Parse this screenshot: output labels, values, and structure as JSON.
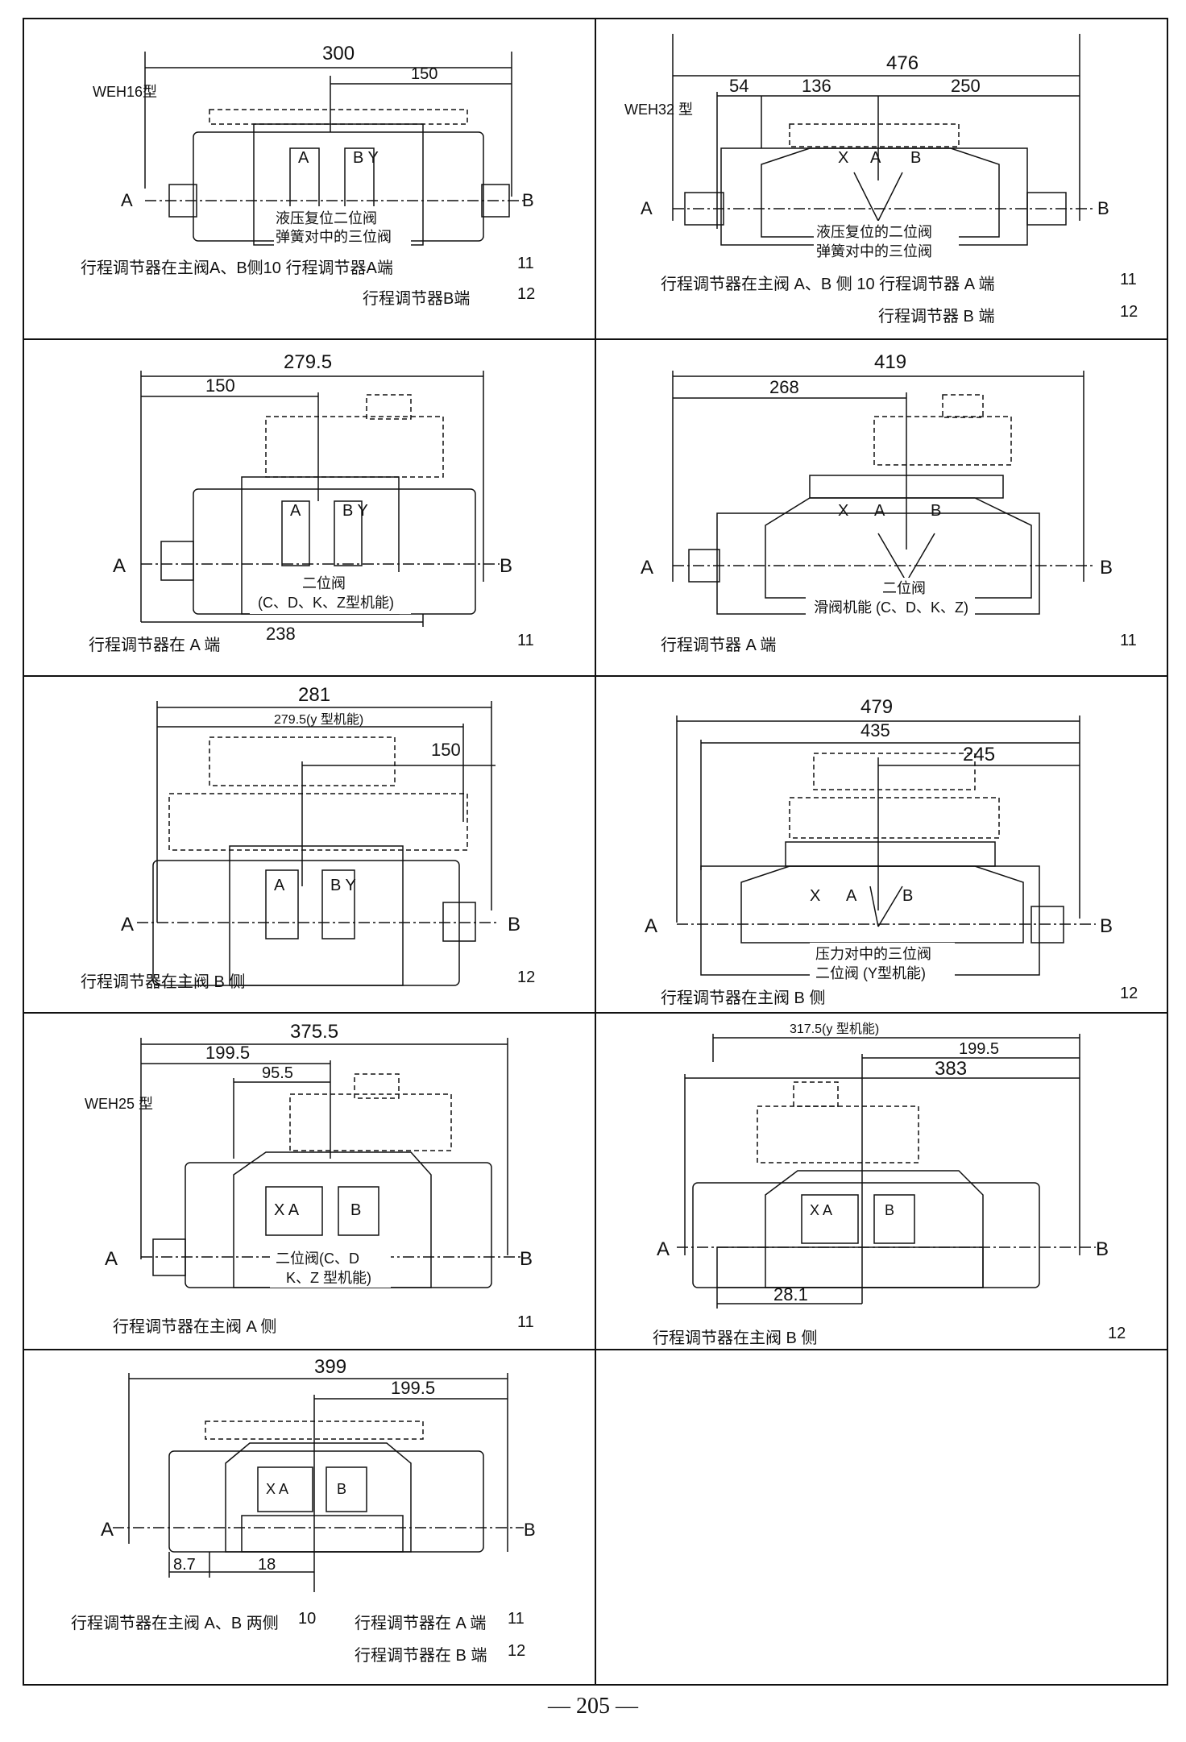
{
  "page_number": "205",
  "panels": [
    {
      "id": "p1",
      "model": "WEH16型",
      "dims": [
        "300",
        "150"
      ],
      "ports": [
        "A",
        "B"
      ],
      "valve_text": [
        "A",
        "B Y"
      ],
      "center_text": [
        "液压复位二位阀",
        "弹簧对中的三位阀"
      ],
      "caption_lines": [
        {
          "text": "行程调节器在主阀A、B侧10  行程调节器A端",
          "num": "11"
        },
        {
          "text": "行程调节器B端",
          "num": "12"
        }
      ]
    },
    {
      "id": "p2",
      "model": "WEH32 型",
      "dims": [
        "476",
        "54",
        "136",
        "250"
      ],
      "ports": [
        "A",
        "B"
      ],
      "valve_text": [
        "X",
        "A",
        "B"
      ],
      "center_text": [
        "液压复位的二位阀",
        "弹簧对中的三位阀"
      ],
      "caption_lines": [
        {
          "text": "行程调节器在主阀 A、B 侧 10  行程调节器 A 端",
          "num": "11"
        },
        {
          "text": "行程调节器 B 端",
          "num": "12"
        }
      ]
    },
    {
      "id": "p3",
      "model": "",
      "dims": [
        "279.5",
        "150",
        "238"
      ],
      "ports": [
        "A",
        "B"
      ],
      "valve_text": [
        "A",
        "B Y"
      ],
      "center_text": [
        "二位阀",
        "(C、D、K、Z型机能)"
      ],
      "caption_lines": [
        {
          "text": "行程调节器在 A 端",
          "num": "11"
        }
      ]
    },
    {
      "id": "p4",
      "model": "",
      "dims": [
        "419",
        "268"
      ],
      "ports": [
        "A",
        "B"
      ],
      "valve_text": [
        "X",
        "A",
        "B"
      ],
      "center_text": [
        "二位阀",
        "滑阀机能 (C、D、K、Z)"
      ],
      "caption_lines": [
        {
          "text": "行程调节器 A 端",
          "num": "11"
        }
      ]
    },
    {
      "id": "p5",
      "model": "",
      "dims": [
        "281",
        "279.5(y 型机能)",
        "150"
      ],
      "ports": [
        "A",
        "B"
      ],
      "valve_text": [
        "A",
        "B Y"
      ],
      "center_text": [],
      "caption_lines": [
        {
          "text": "行程调节器在主阀 B 侧",
          "num": "12"
        }
      ]
    },
    {
      "id": "p6",
      "model": "",
      "dims": [
        "479",
        "435",
        "245"
      ],
      "ports": [
        "A",
        "B"
      ],
      "valve_text": [
        "X",
        "A",
        "B"
      ],
      "center_text": [
        "压力对中的三位阀",
        "二位阀 (Y型机能)"
      ],
      "caption_lines": [
        {
          "text": "行程调节器在主阀 B 侧",
          "num": "12"
        }
      ]
    },
    {
      "id": "p7",
      "model": "WEH25 型",
      "dims": [
        "375.5",
        "199.5",
        "95.5"
      ],
      "ports": [
        "A",
        "B"
      ],
      "valve_text": [
        "X A",
        "B"
      ],
      "center_text": [
        "二位阀(C、D",
        "K、Z 型机能)"
      ],
      "caption_lines": [
        {
          "text": "行程调节器在主阀 A 侧",
          "num": "11"
        }
      ]
    },
    {
      "id": "p8",
      "model": "",
      "dims": [
        "317.5(y 型机能)",
        "199.5",
        "383",
        "28.1"
      ],
      "ports": [
        "A",
        "B"
      ],
      "valve_text": [
        "X A",
        "B"
      ],
      "center_text": [],
      "caption_lines": [
        {
          "text": "行程调节器在主阀 B 侧",
          "num": "12"
        }
      ]
    },
    {
      "id": "p9",
      "model": "",
      "dims": [
        "399",
        "199.5",
        "8.7",
        "18"
      ],
      "ports": [
        "A",
        "B"
      ],
      "valve_text": [
        "X A",
        "B"
      ],
      "center_text": [],
      "caption_lines": [
        {
          "text": "行程调节器在主阀 A、B 两侧",
          "num": "10",
          "extra_text": "行程调节器在 A 端",
          "extra_num": "11"
        },
        {
          "text": "行程调节器在 B 端",
          "num": "12"
        }
      ]
    }
  ]
}
